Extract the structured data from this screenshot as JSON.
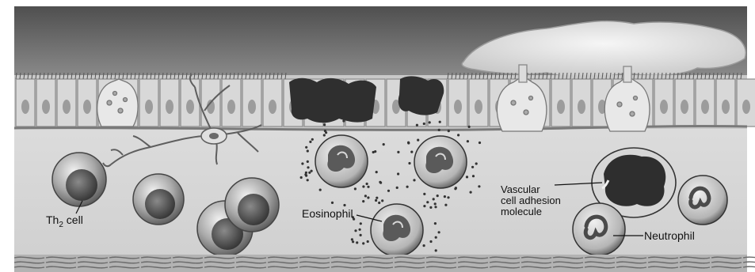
{
  "labels": {
    "th2": "Th",
    "th2_sub": "2",
    "th2_rest": " cell",
    "eosinophil": "Eosinophil",
    "vcam_line1": "Vascular",
    "vcam_line2": "cell adhesion",
    "vcam_line3": "molecule",
    "neutrophil": "Neutrophil"
  },
  "colors": {
    "lumen": "#6f6f6f",
    "epithelium": "#bdbdbd",
    "tissue": "#d9d9d9",
    "cell_dark": "#3e3e3e",
    "cell_light": "#e2e2e2"
  }
}
